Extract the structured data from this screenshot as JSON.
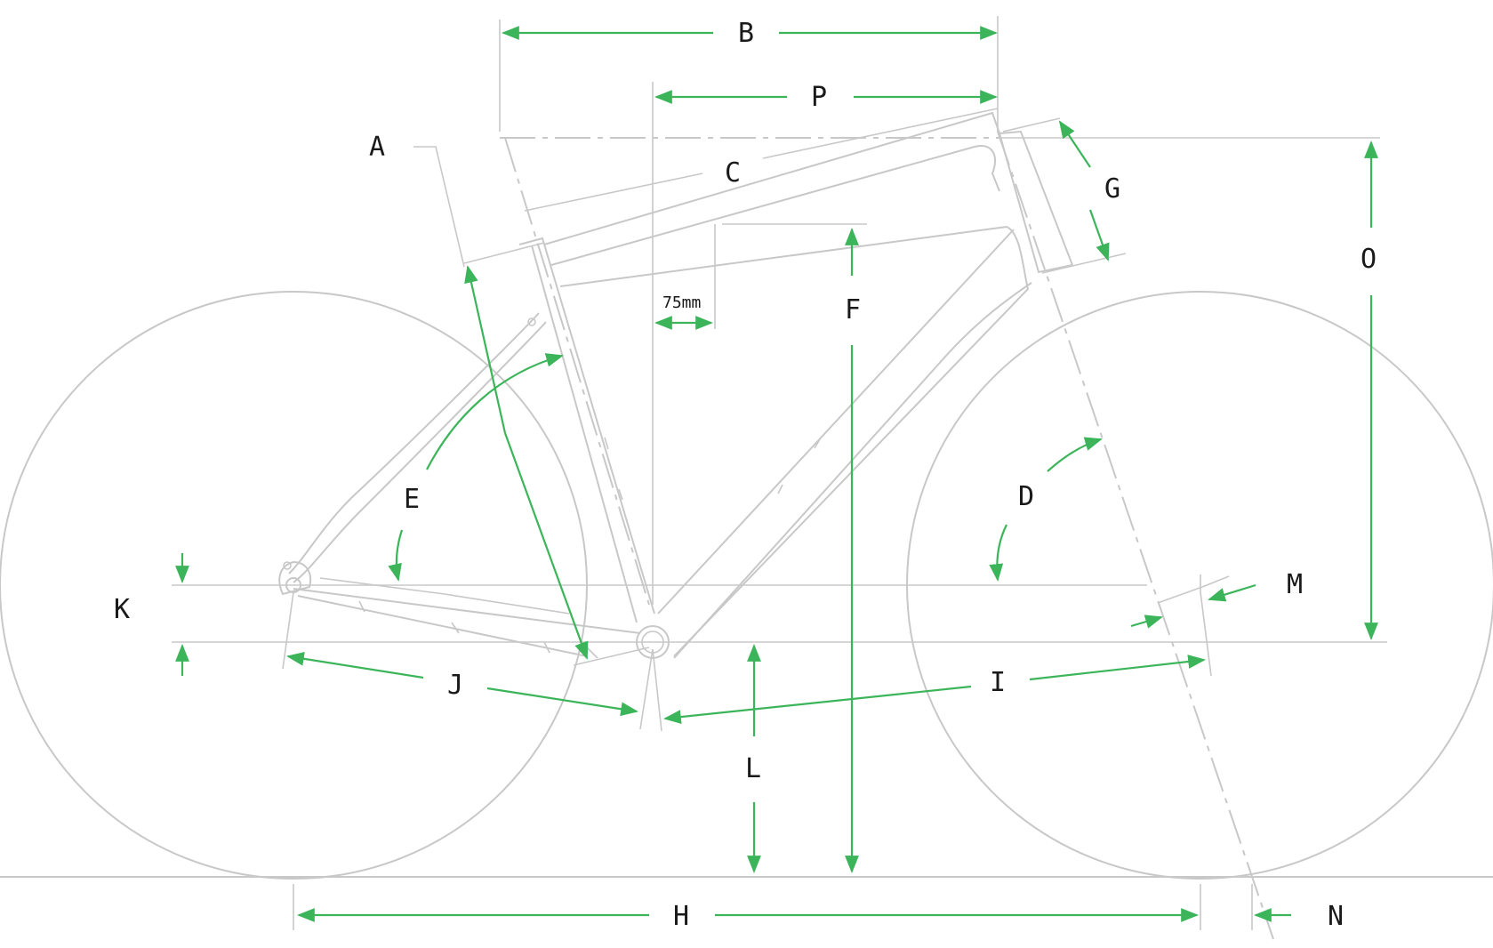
{
  "colors": {
    "frame_lines": "#c8c8c8",
    "dimension_arrows": "#3cb55a",
    "label_text": "#1a1a1a",
    "background": "#ffffff"
  },
  "labels": {
    "A": "A",
    "B": "B",
    "C": "C",
    "D": "D",
    "E": "E",
    "F": "F",
    "G": "G",
    "H": "H",
    "I": "I",
    "J": "J",
    "K": "K",
    "L": "L",
    "M": "M",
    "N": "N",
    "O": "O",
    "P": "P"
  },
  "annotations": {
    "offset_75": "75mm"
  }
}
